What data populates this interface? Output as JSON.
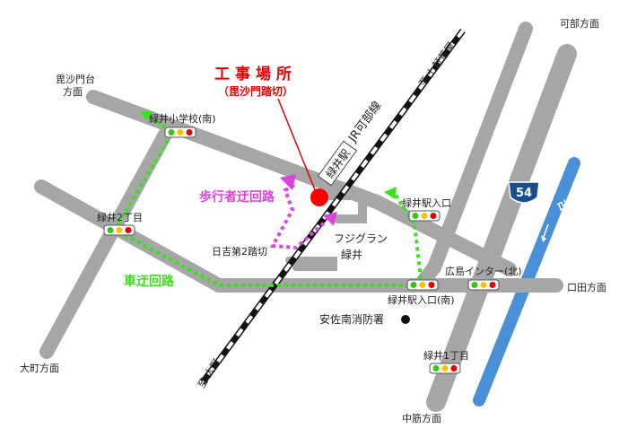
{
  "title": {
    "main": "工事場所",
    "sub": "（毘沙門踏切）"
  },
  "places": {
    "bishamondai_1": "毘沙門台",
    "bishamondai_2": "方面",
    "kabe": "可部方面",
    "oomachi": "大町方面",
    "kuchita": "口田方面",
    "nakasuji": "中筋方面",
    "to_nanakenchaya": "至 七軒茶屋",
    "to_oomachi": "至 大町",
    "jr_line": "JR可部線",
    "station": "緑井駅",
    "crossing": "日吉第2踏切",
    "fuji_1": "フジグラン",
    "fuji_2": "緑井",
    "fire_station": "安佐南消防署",
    "river": "古川",
    "route_num": "54"
  },
  "signals": {
    "shogakko": "緑井小学校(南)",
    "nichome": "緑井2丁目",
    "ekiiriguchi": "緑井駅入口",
    "ekiiriguchi_s": "緑井駅入口(南)",
    "hiroshima_ic": "広島インター(北)",
    "icchome": "緑井1丁目"
  },
  "detours": {
    "pedestrian": "歩行者迂回路",
    "vehicle": "車迂回路"
  },
  "colors": {
    "road": "#a6a6a6",
    "vehicle_detour": "#39e21a",
    "pedestrian_detour": "#dd44dd",
    "river": "#4a90d9",
    "site_marker": "#ff0000",
    "title_text": "#e60000",
    "route_shield": "#1a4f8f"
  }
}
